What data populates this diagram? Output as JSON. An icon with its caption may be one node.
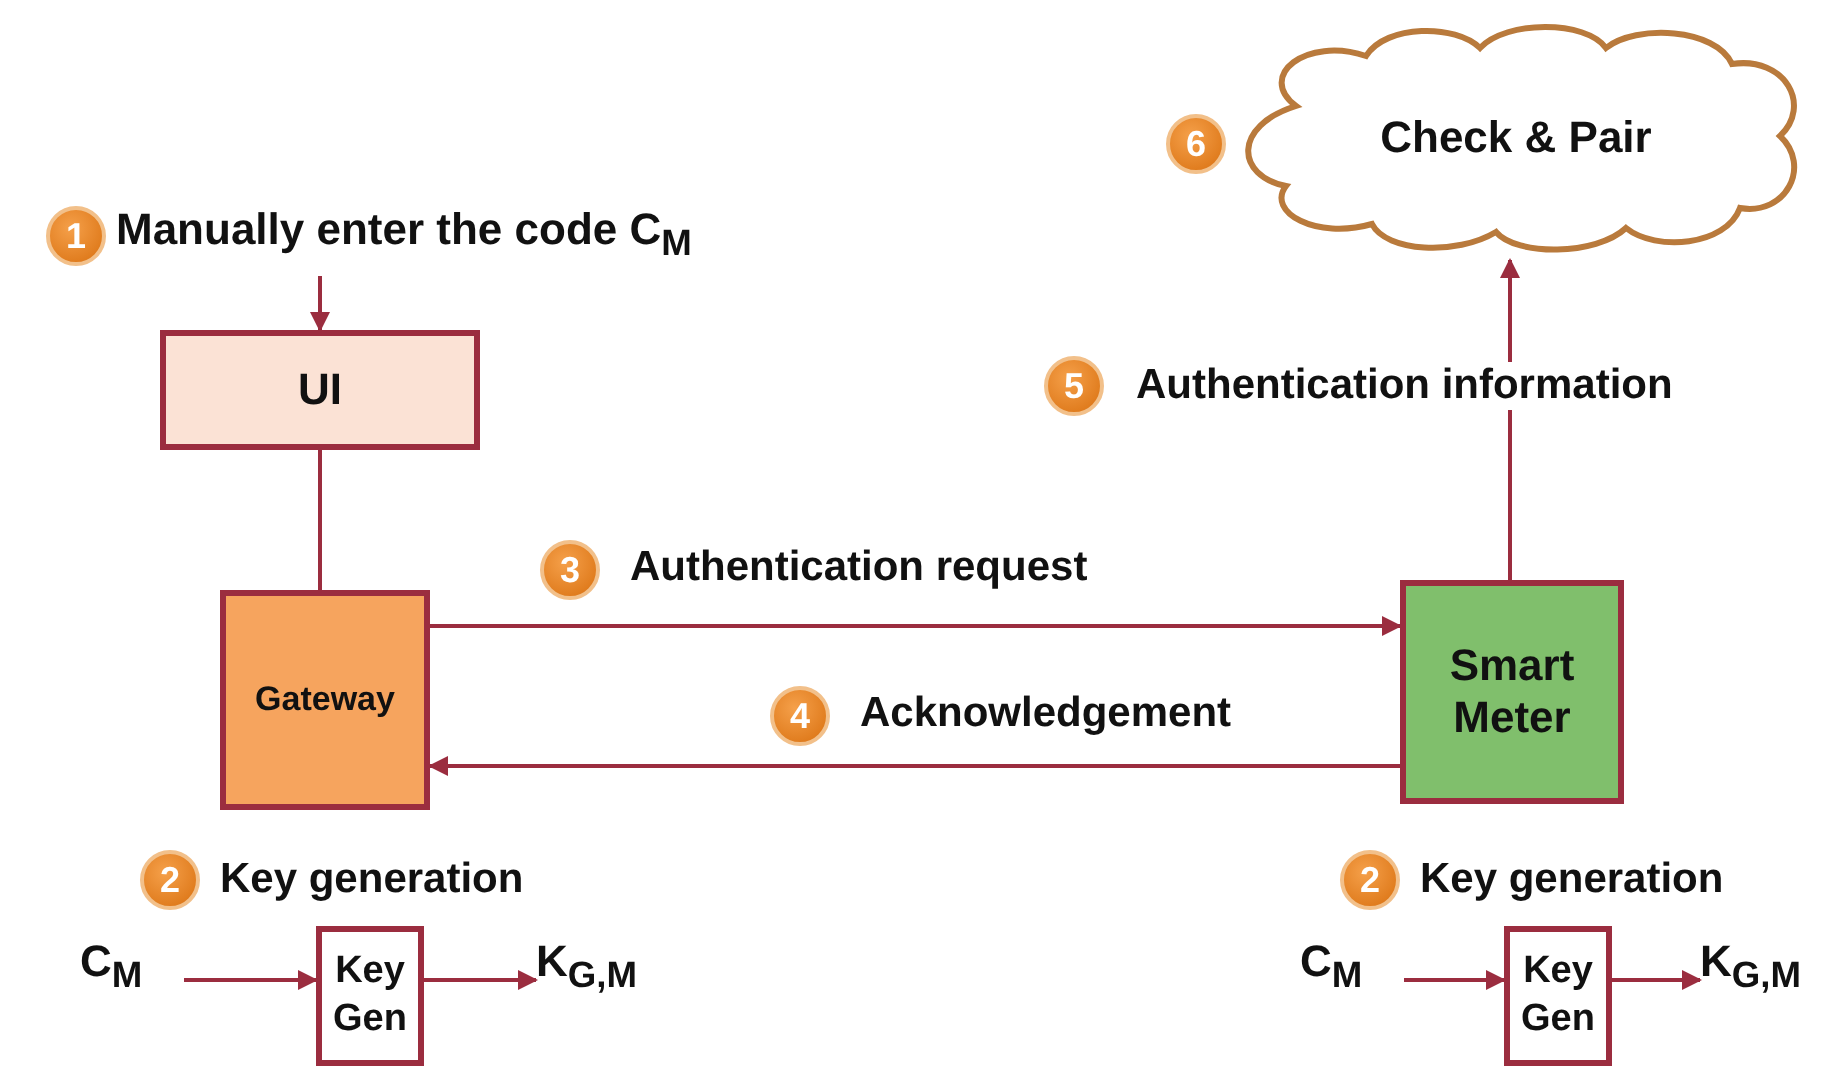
{
  "diagram": {
    "nodes": [
      {
        "text": [
          "1"
        ]
      },
      {
        "text": [
          "Manually enter the code C$_{M}$"
        ]
      },
      {
        "text": [
          "6"
        ]
      },
      {
        "text": [
          "Check & Pair"
        ]
      },
      {
        "text": [
          "5"
        ]
      },
      {
        "text": [
          "UI"
        ]
      },
      {
        "text": [
          "3"
        ]
      },
      {
        "text": [
          "Gateway"
        ]
      },
      {
        "text": [
          "Smart Meter"
        ]
      },
      {
        "text": [
          "4"
        ]
      },
      {
        "text": [
          "2"
        ]
      },
      {
        "text": [
          "C$_{M}$"
        ]
      },
      {
        "text": [
          "Key Gen"
        ]
      },
      {
        "text": [
          "K$_{G,M}$"
        ]
      },
      {
        "text": [
          "2"
        ]
      },
      {
        "text": [
          "C$_{M}$"
        ]
      },
      {
        "text": [
          "Key Gen"
        ]
      },
      {
        "text": [
          "K$_{G,M}$"
        ]
      }
    ],
    "edges": [
      {
        "from": 1,
        "to": 5,
        "arrow": "to"
      },
      {
        "from": 5,
        "to": 7,
        "arrow": "none"
      },
      {
        "from": 7,
        "to": 8,
        "arrow": "to",
        "label": "Authentication request"
      },
      {
        "from": 8,
        "to": 7,
        "arrow": "to",
        "label": "Acknowledgement"
      },
      {
        "from": 8,
        "to": 3,
        "arrow": "to",
        "label": "Authentication information"
      },
      {
        "from": 11,
        "to": 12,
        "arrow": "to"
      },
      {
        "from": 12,
        "to": 13,
        "arrow": "to"
      },
      {
        "from": 15,
        "to": 16,
        "arrow": "to"
      },
      {
        "from": 16,
        "to": 17,
        "arrow": "to"
      }
    ],
    "labels": [
      "Key generation",
      "Key generation"
    ]
  }
}
